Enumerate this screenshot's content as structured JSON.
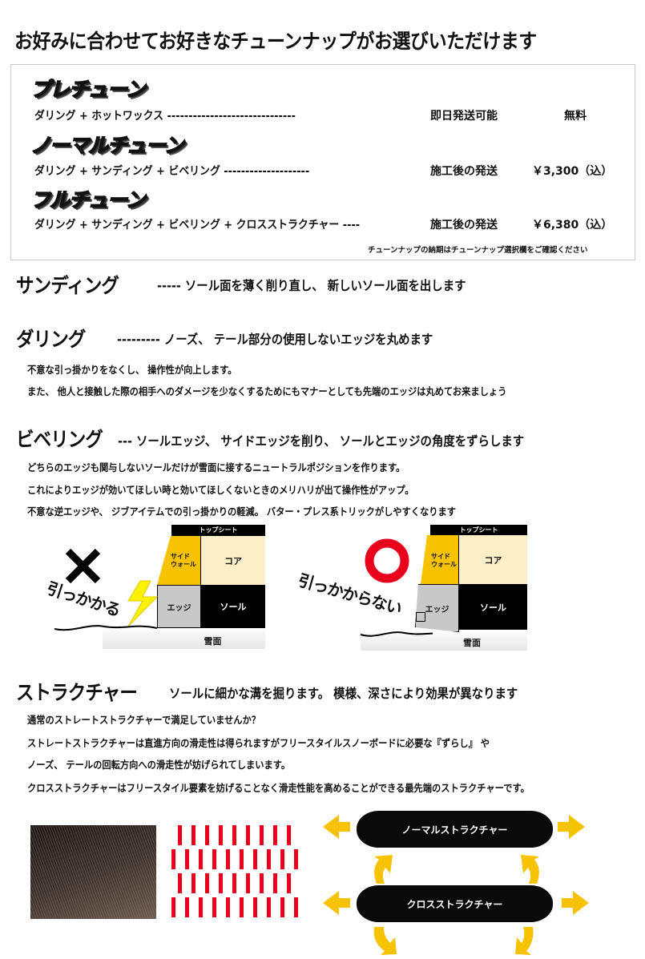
{
  "header": {
    "title": "お好みに合わせてお好きなチューンナップがお選びいただけます"
  },
  "tuneup_box": {
    "plans": [
      {
        "name": "プレチューン",
        "items": "ダリング + ホットワックス",
        "dashes": "------------------------------",
        "shipping": "即日発送可能",
        "price": "無料"
      },
      {
        "name": "ノーマルチューン",
        "items": "ダリング + サンディング + ビベリング",
        "dashes": "--------------------",
        "shipping": "施工後の発送",
        "price": "￥3,300（込）"
      },
      {
        "name": "フルチューン",
        "items": "ダリング + サンディング + ビベリング + クロスストラクチャー",
        "dashes": "----",
        "shipping": "施工後の発送",
        "price": "￥6,380（込）"
      }
    ],
    "note": "チューンナップの納期はチューンナップ選択欄をご確認ください"
  },
  "sections": {
    "sanding": {
      "title": "サンディング",
      "desc": "----- ソール面を薄く削り直し、 新しいソール面を出します"
    },
    "darling": {
      "title": "ダリング",
      "desc": "--------- ノーズ、 テール部分の使用しないエッジを丸めます",
      "lines": [
        "不意な引っ掛かりをなくし、 操作性が向上します。",
        "また、 他人と接触した際の相手へのダメージを少なくするためにもマナーとしても先端のエッジは丸めてお来ましょう"
      ]
    },
    "beveling": {
      "title": "ビベリング",
      "desc": "--- ソールエッジ、 サイドエッジを削り、 ソールとエッジの角度をずらします",
      "lines": [
        "どちらのエッジも関与しないソールだけが雪面に接するニュートラルポジションを作ります。",
        "これによりエッジが効いてほしい時と効いてほしくないときのメリハリが出て操作性がアップ。",
        "不意な逆エッジや、 ジブアイテムでの引っ掛かりの軽減。 バター・プレス系トリックがしやすくなります"
      ]
    },
    "structure": {
      "title": "ストラクチャー",
      "desc": "ソールに細かな溝を掘ります。 模様、深さにより効果が異なります",
      "lines": [
        "通常のストレートストラクチャーで満足していませんか？",
        "ストレートストラクチャーは直進方向の滑走性は得られますがフリースタイルスノーボードに必要な『ずらし』 や",
        "ノーズ、 テールの回転方向への滑走性が妨げられてしまいます。",
        "クロスストラクチャーはフリースタイル要素を妨げることなく滑走性能を高めることができる最先端のストラクチャーです。"
      ]
    }
  },
  "diagrams": {
    "bad": {
      "mark": "×",
      "caption": "引っかかる",
      "topsheet": "トップシート",
      "sidewall": "サイド\nウォール",
      "core": "コア",
      "edge": "エッジ",
      "sole": "ソール",
      "snow": "雪面"
    },
    "good": {
      "mark": "○",
      "caption": "引っかからない",
      "topsheet": "トップシート",
      "sidewall": "サイド\nウォール",
      "core": "コア",
      "edge": "エッジ",
      "sole": "ソール",
      "snow": "雪面"
    }
  },
  "structure_figure": {
    "boards": [
      {
        "label": "ノーマルストラクチャー"
      },
      {
        "label": "クロスストラクチャー"
      }
    ]
  },
  "colors": {
    "yellow": "#F7C200",
    "core": "#FCEFC7",
    "edge": "#C8C8C8",
    "red": "#E8001C",
    "black": "#000000"
  }
}
